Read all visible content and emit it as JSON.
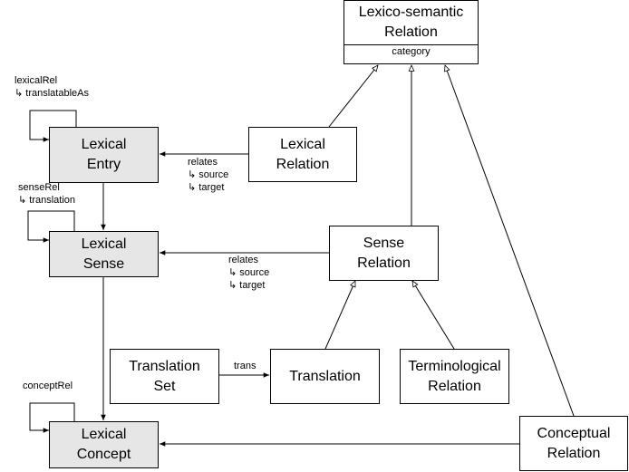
{
  "nodes": {
    "lexico_semantic_relation": {
      "title": "Lexico-semantic\nRelation",
      "attribute": "category"
    },
    "lexical_entry": "Lexical\nEntry",
    "lexical_relation": "Lexical\nRelation",
    "lexical_sense": "Lexical\nSense",
    "sense_relation": "Sense\nRelation",
    "translation_set": "Translation\nSet",
    "translation": "Translation",
    "terminological_relation": "Terminological\nRelation",
    "lexical_concept": "Lexical\nConcept",
    "conceptual_relation": "Conceptual\nRelation"
  },
  "edge_labels": {
    "lexical_rel": "lexicalRel\n↳ translatableAs",
    "sense_rel": "senseRel\n↳ translation",
    "concept_rel": "conceptRel",
    "relates_lexical": "relates\n↳ source\n↳ target",
    "relates_sense": "relates\n↳ source\n↳ target",
    "trans": "trans"
  },
  "style": {
    "grey_node_fill": "#e6e6e6",
    "stroke": "#000000"
  }
}
